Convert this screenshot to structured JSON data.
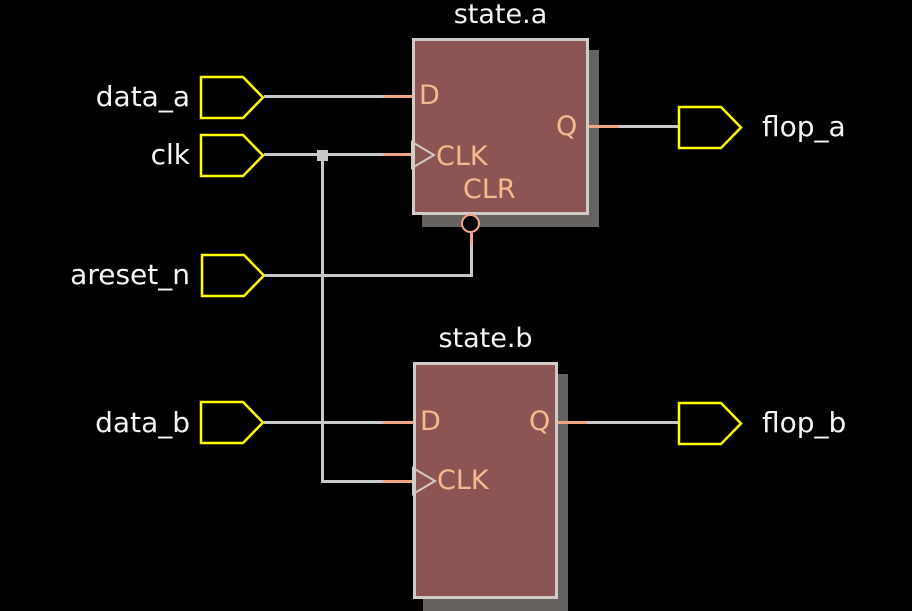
{
  "colors": {
    "background": "#000000",
    "flop_fill": "#8d5454",
    "flop_border": "#cfccc7",
    "flop_shadow": "#66625f",
    "pin_text": "#f6ba8e",
    "wire": "#c8c8c8",
    "wire_stub": "#f0a585",
    "port_outline": "#ffff00",
    "label_text": "#f5f5f5"
  },
  "input_ports": [
    {
      "label": "data_a"
    },
    {
      "label": "clk"
    },
    {
      "label": "areset_n"
    },
    {
      "label": "data_b"
    }
  ],
  "output_ports": [
    {
      "label": "flop_a"
    },
    {
      "label": "flop_b"
    }
  ],
  "flops": [
    {
      "title": "state.a",
      "pins": {
        "d": "D",
        "clk": "CLK",
        "clr": "CLR",
        "q": "Q"
      }
    },
    {
      "title": "state.b",
      "pins": {
        "d": "D",
        "clk": "CLK",
        "q": "Q"
      }
    }
  ]
}
